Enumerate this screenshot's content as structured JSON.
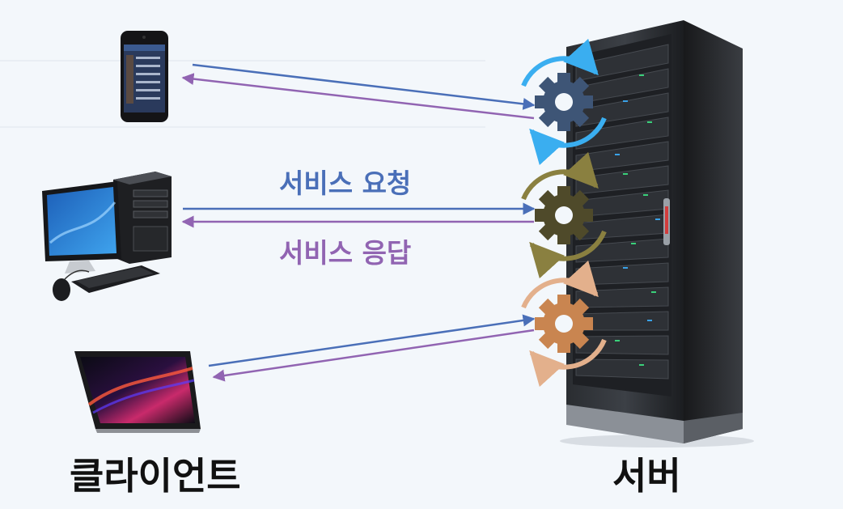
{
  "labels": {
    "request": "서비스 요청",
    "response": "서비스 응답",
    "client": "클라이언트",
    "server": "서버"
  },
  "colors": {
    "request_arrow": "#4a6fb8",
    "response_arrow": "#9164b2",
    "gear_blue": "#3e5576",
    "ring_blue": "#3aaef0",
    "gear_olive": "#4f4a2a",
    "ring_olive": "#8a8040",
    "gear_orange": "#c98550",
    "ring_orange": "#e3b08c"
  },
  "icons": [
    "smartphone-icon",
    "desktop-computer-icon",
    "tablet-icon",
    "server-rack-icon",
    "gear-icon"
  ]
}
